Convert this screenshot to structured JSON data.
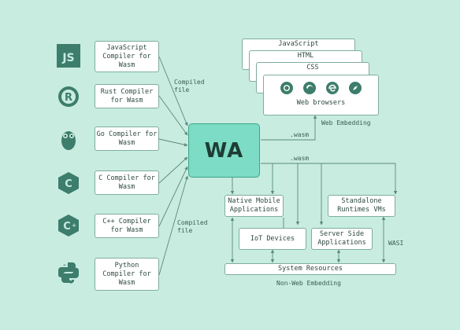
{
  "logos": {
    "js": "JS",
    "rust": "R",
    "go": "go-gopher",
    "c": "C",
    "cpp": "C",
    "python": "python-snakes"
  },
  "compilers": [
    "JavaScript\nCompiler for\nWasm",
    "Rust Compiler\nfor Wasm",
    "Go Compiler for\nWasm",
    "C Compiler for\nWasm",
    "C++ Compiler\nfor Wasm",
    "Python\nCompiler for\nWasm"
  ],
  "edge_labels": {
    "compiled_top": "Compiled\nfile",
    "compiled_bottom": "Compiled\nfile",
    "wasm_top": ".wasm",
    "wasm_bottom": ".wasm",
    "wasi": "WASI"
  },
  "center": {
    "label": "WA"
  },
  "web": {
    "layers": [
      "JavaScript",
      "HTML",
      "CSS"
    ],
    "browsers_label": "Web browsers",
    "section_label": "Web Embedding",
    "browser_icons": [
      "chrome-icon",
      "firefox-icon",
      "edge-icon",
      "safari-icon"
    ]
  },
  "non_web": {
    "native_mobile": "Native Mobile\nApplications",
    "standalone": "Standalone\nRuntimes VMs",
    "iot": "IoT Devices",
    "server_side": "Server Side\nApplications",
    "system_resources": "System Resources",
    "section_label": "Non-Web Embedding"
  },
  "colors": {
    "background": "#c8ece0",
    "accent": "#7ddcc5",
    "logo": "#3d7d6b",
    "line": "#5a8a7a"
  }
}
